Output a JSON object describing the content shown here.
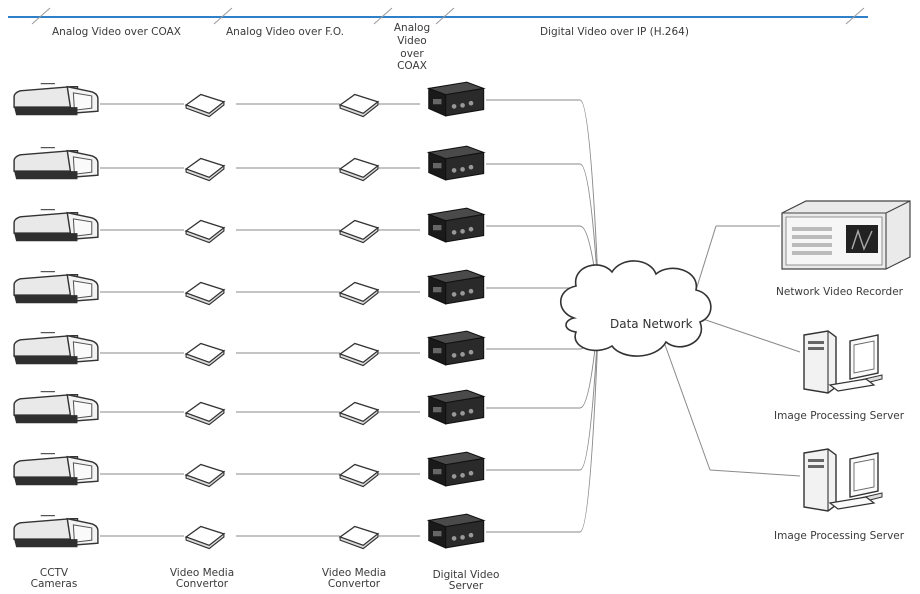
{
  "headers": {
    "seg1": "Analog Video over COAX",
    "seg2": "Analog Video over F.O.",
    "seg3": [
      "Analog",
      "Video",
      "over",
      "COAX"
    ],
    "seg4": "Digital Video over IP (H.264)"
  },
  "cloud": {
    "label": "Data Network"
  },
  "devices": {
    "camera": [
      "CCTV",
      "Cameras"
    ],
    "converter1": [
      "Video Media",
      "Convertor"
    ],
    "converter2": [
      "Video Media",
      "Convertor"
    ],
    "video_server": [
      "Digital Video",
      "Server"
    ],
    "recorder": "Network Video Recorder",
    "ips1": "Image Processing Server",
    "ips2": "Image Processing Server"
  },
  "rows": 8,
  "colors": {
    "header_rule": "#2f80c8",
    "lines": "#8a8a8a",
    "device_dark": "#262626"
  }
}
